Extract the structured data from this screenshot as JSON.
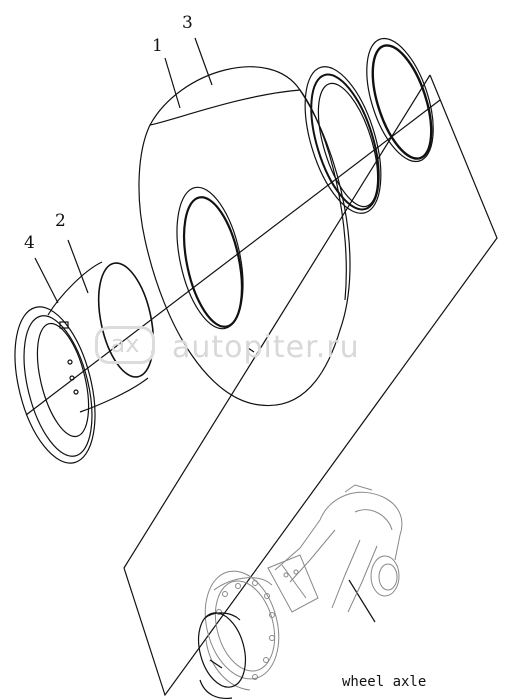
{
  "labels": {
    "part1": "1",
    "part2": "2",
    "part3": "3",
    "part4": "4"
  },
  "caption": "wheel axle",
  "watermark": {
    "badge": "ax",
    "text": "autopiter.ru"
  },
  "colors": {
    "line": "#111111",
    "watermark": "#d8d8d8",
    "background": "#ffffff"
  }
}
